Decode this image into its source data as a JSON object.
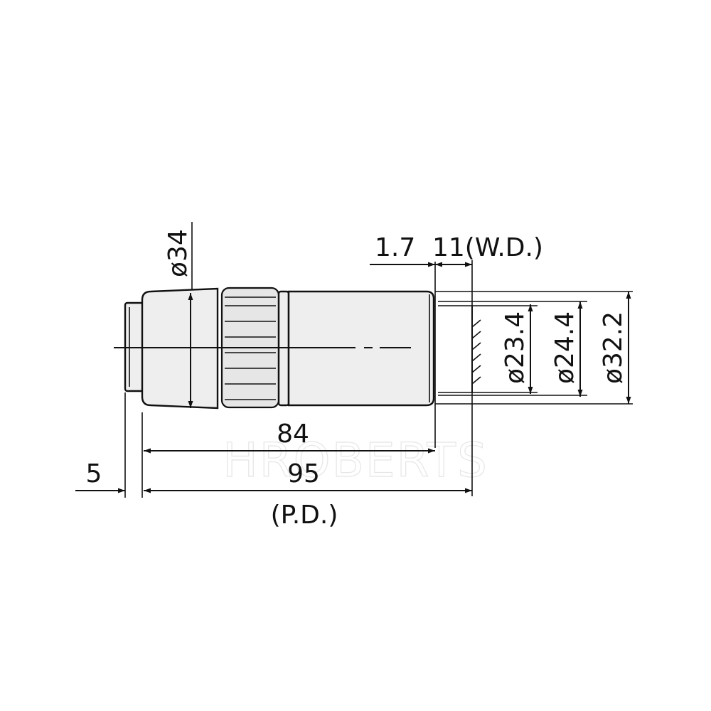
{
  "drawing": {
    "watermark": "HROBERTS",
    "dimensions": {
      "outer_diameter": "ø34",
      "cover_glass": "1.7",
      "working_distance": "11(W.D.)",
      "tip_diameter_1": "ø23.4",
      "tip_diameter_2": "ø24.4",
      "tip_diameter_3": "ø32.2",
      "body_length": "84",
      "thread_length": "5",
      "parfocal_length": "95",
      "parfocal_label": "(P.D.)"
    }
  }
}
